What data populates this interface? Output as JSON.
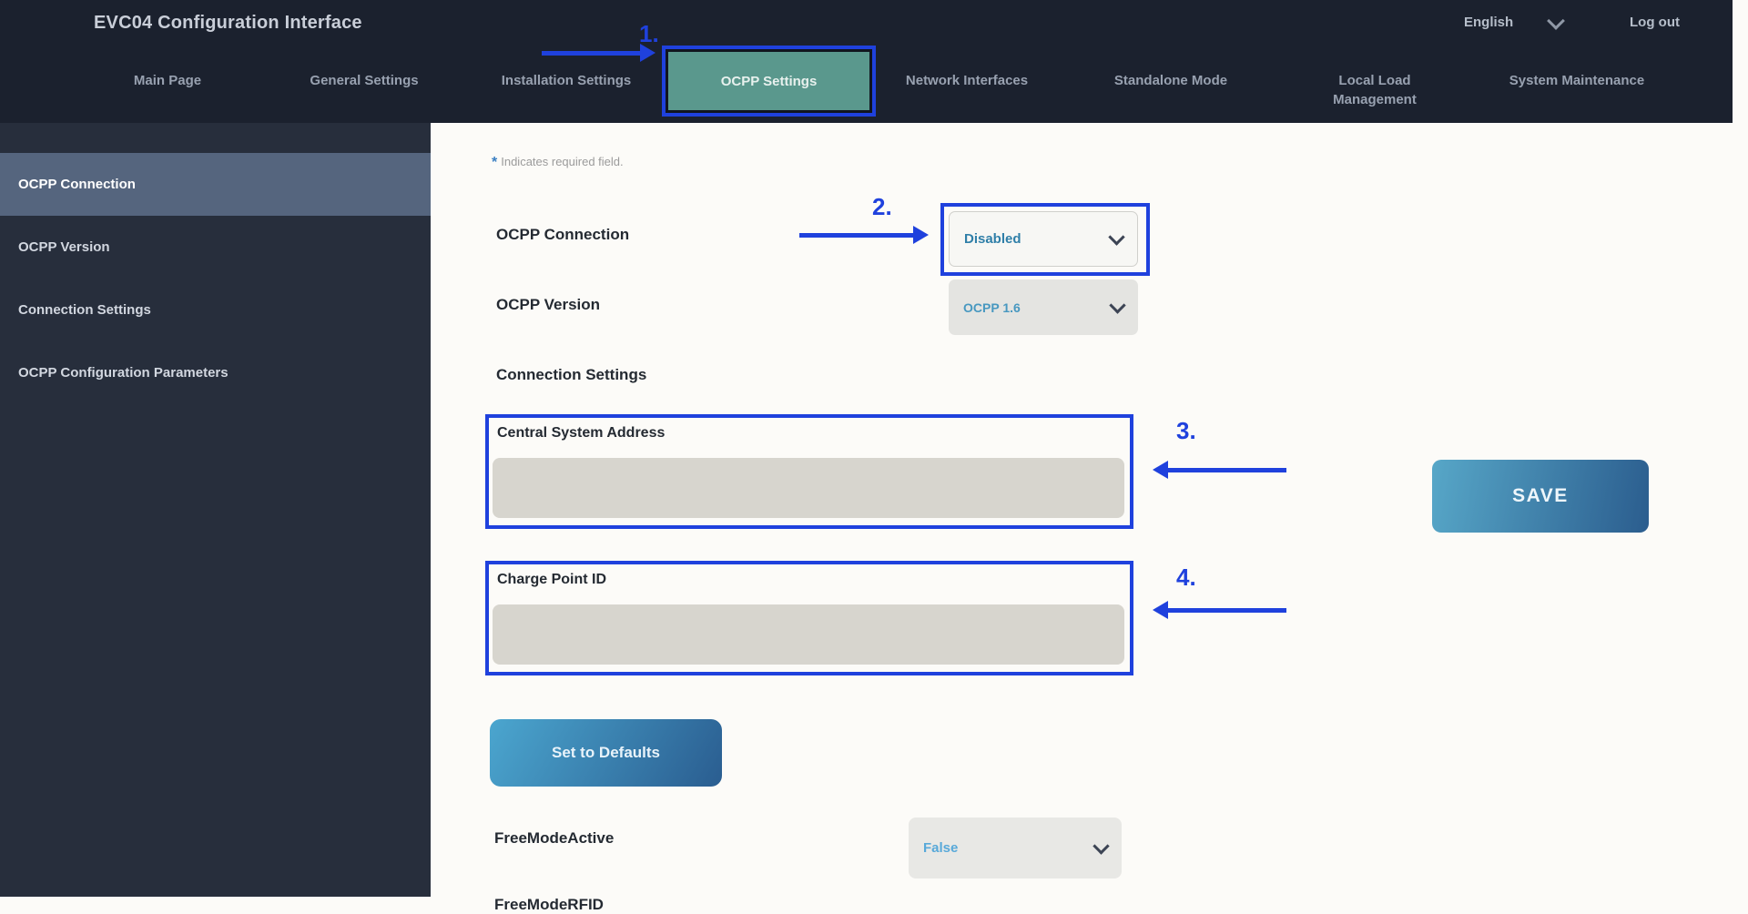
{
  "header": {
    "title": "EVC04 Configuration Interface",
    "language_selector": {
      "value": "English"
    },
    "logout_label": "Log out",
    "tabs": [
      {
        "label": "Main Page"
      },
      {
        "label": "General Settings"
      },
      {
        "label": "Installation Settings"
      },
      {
        "label": "OCPP Settings",
        "active": true
      },
      {
        "label": "Network Interfaces"
      },
      {
        "label": "Standalone Mode"
      },
      {
        "label": "Local Load Management"
      },
      {
        "label": "System Maintenance"
      }
    ]
  },
  "sidebar": {
    "items": [
      {
        "label": "OCPP Connection",
        "active": true
      },
      {
        "label": "OCPP Version"
      },
      {
        "label": "Connection Settings"
      },
      {
        "label": "OCPP Configuration Parameters"
      }
    ]
  },
  "main": {
    "required_note": {
      "asterisk": "*",
      "text": "Indicates required field."
    },
    "ocpp_connection": {
      "label": "OCPP Connection",
      "value": "Disabled"
    },
    "ocpp_version": {
      "label": "OCPP Version",
      "value": "OCPP 1.6"
    },
    "connection_settings_heading": "Connection Settings",
    "central_system_address": {
      "label": "Central System Address",
      "value": ""
    },
    "charge_point_id": {
      "label": "Charge Point ID",
      "value": ""
    },
    "free_mode_active": {
      "label": "FreeModeActive",
      "value": "False"
    },
    "free_mode_rfid": {
      "label": "FreeModeRFID"
    },
    "buttons": {
      "save": "SAVE",
      "set_to_defaults": "Set to Defaults"
    }
  },
  "annotations": {
    "step1": "1.",
    "step2": "2.",
    "step3": "3.",
    "step4": "4."
  },
  "icons": {
    "language_chevron": "chevron-down",
    "dropdown_chevron": "chevron-down"
  },
  "colors": {
    "annotation_blue": "#1f41dd",
    "active_tab_teal": "#5a988d",
    "topbar_dark": "#1b212e",
    "sidebar_dark": "#272e3c",
    "sidebar_active": "#55657e",
    "dropdown_value_teal": "#2f7fa8",
    "input_gray": "#d7d5ce",
    "button_gradient_start": "#4ba6cf",
    "button_gradient_end": "#2a5d90"
  }
}
